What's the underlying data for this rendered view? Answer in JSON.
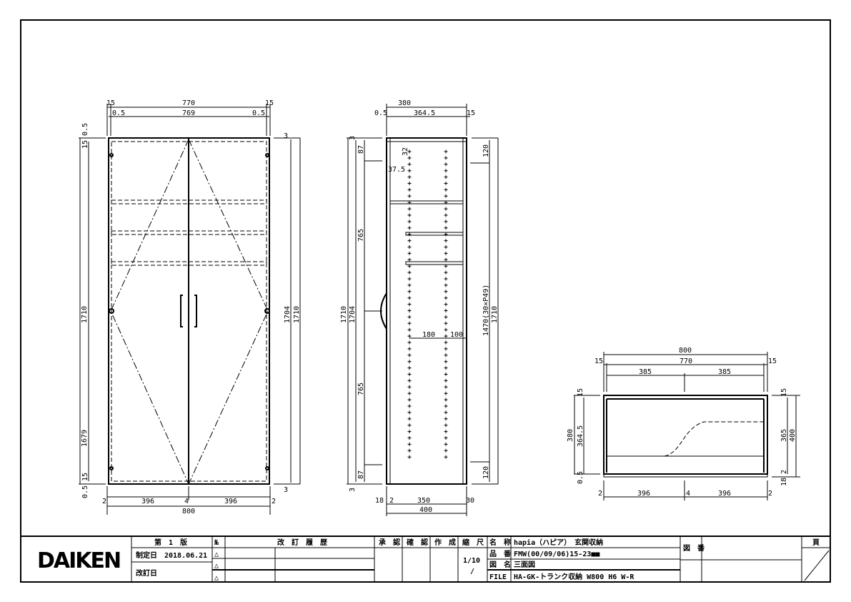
{
  "front_view": {
    "top": {
      "overall": "770",
      "left_gap": "15",
      "right_gap": "15",
      "inner": "769",
      "inner_left": "0.5",
      "inner_right": "0.5"
    },
    "left": {
      "top_a": "0.5",
      "top_b": "15",
      "height": "1710",
      "inner_height": "1679",
      "bottom_a": "15",
      "bottom_b": "0.5"
    },
    "right": {
      "top": "3",
      "height_a": "1704",
      "height_b": "1710",
      "bottom": "3"
    },
    "bottom": {
      "left_edge": "2",
      "left_door": "396",
      "center_gap": "4",
      "right_door": "396",
      "right_edge": "2",
      "overall": "800"
    }
  },
  "side_view": {
    "top": {
      "overall": "380",
      "front": "0.5",
      "inner": "364.5",
      "back": "15"
    },
    "left": {
      "top": "3",
      "upper_span": "87",
      "mid_upper": "765",
      "height_a": "1710",
      "height_b": "1704",
      "mid_lower": "765",
      "lower_span": "87",
      "bottom": "3"
    },
    "inner_labels": {
      "pitch_top": "32",
      "offset": "37.5",
      "hole_gap": "180",
      "back_gap": "100"
    },
    "right": {
      "top": "120",
      "holes": "1470(30×P49)",
      "height": "1710",
      "bottom": "120"
    },
    "bottom": {
      "left": "18",
      "left_b": "2",
      "inner": "350",
      "back": "30",
      "overall": "400"
    }
  },
  "plan_view": {
    "top": {
      "overall": "800",
      "left": "15",
      "inner": "770",
      "right": "15",
      "half_left": "385",
      "half_right": "385"
    },
    "left": {
      "top": "15",
      "depth": "380",
      "inner": "364.5",
      "bottom": "0.5"
    },
    "right": {
      "top": "15",
      "inner": "365",
      "overall": "400",
      "bottom_a": "2",
      "bottom_b": "18"
    },
    "bottom": {
      "left_edge": "2",
      "left_door": "396",
      "center_gap": "4",
      "right_door": "396",
      "right_edge": "2"
    }
  },
  "title_block": {
    "logo": "DAIKEN",
    "edition_label": "第　1　版",
    "no_label": "№",
    "established_label": "制定日",
    "established_date": "2018.06.21",
    "revised_label": "改訂日",
    "revision_marks": [
      "△",
      "△",
      "△"
    ],
    "revision_history_label": "改　訂　履　歴",
    "approved_label": "承　認",
    "checked_label": "確　認",
    "drawn_label": "作　成",
    "scale_label": "縮　尺",
    "scale_value": "1/10",
    "scale_sub": "/",
    "name_label": "名　称",
    "name_value": "hapia（ハピア）　玄関収納",
    "part_no_label": "品　番",
    "part_no_value": "FMW(00/09/06)15-23■■",
    "drawing_name_label": "図　名",
    "drawing_name_value": "三面図",
    "file_label": "FILE",
    "file_value": "HA-GK-トランク収納 W800 H6 W-R",
    "drawing_no_label": "図　番",
    "page_label": "頁"
  }
}
